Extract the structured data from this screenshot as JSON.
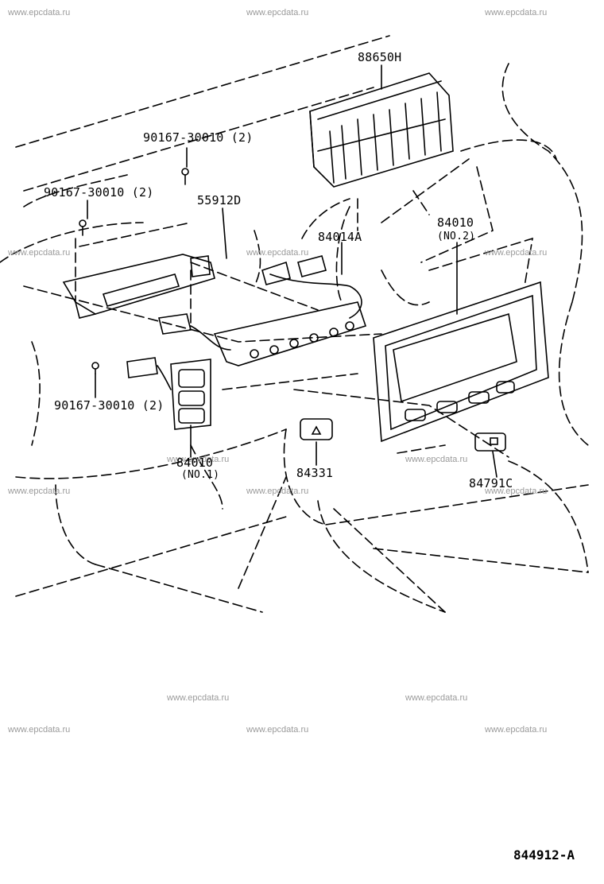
{
  "watermark": "www.epcdata.ru",
  "diagram_ref": "844912-A",
  "labels": {
    "p88650h": "88650H",
    "screw_top": "90167-30010 (2)",
    "screw_left": "90167-30010 (2)",
    "p55912d": "55912D",
    "p84014a": "84014A",
    "p84010_no2": "84010",
    "p84010_no2_sub": "(NO.2)",
    "screw_bottom": "90167-30010 (2)",
    "p84010_no1": "84010",
    "p84010_no1_sub": "(NO.1)",
    "p84331": "84331",
    "p84791c": "84791C"
  }
}
